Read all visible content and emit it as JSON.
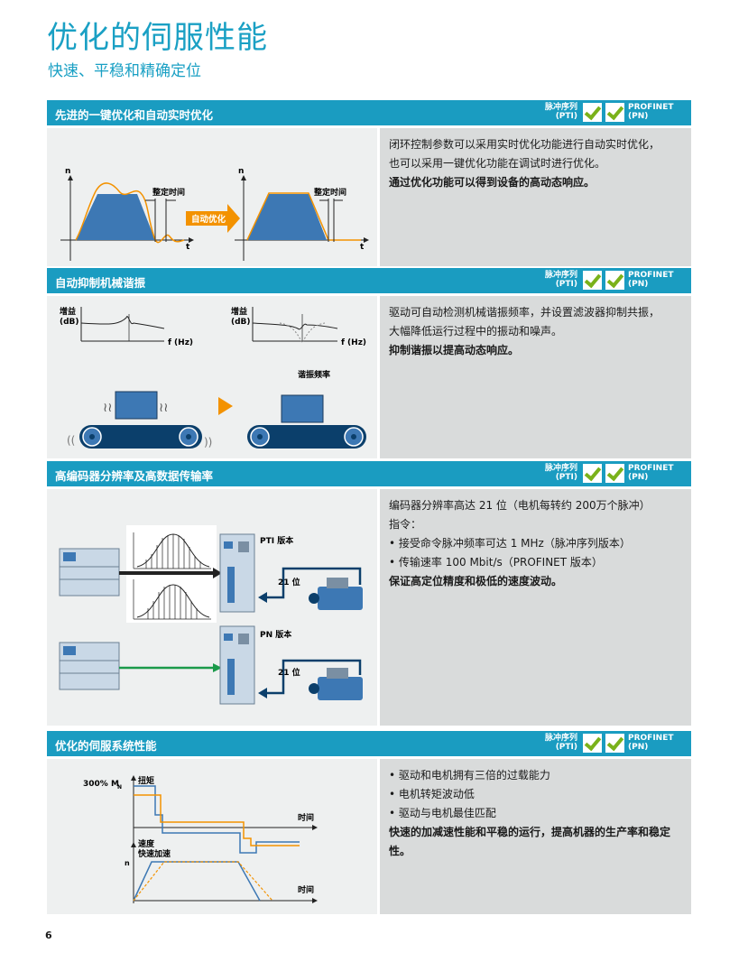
{
  "page": {
    "title": "优化的伺服性能",
    "subtitle": "快速、平稳和精确定位",
    "page_number": "6"
  },
  "badge": {
    "pti_line1": "脉冲序列",
    "pti_line2": "(PTI)",
    "pn_line1": "PROFINET",
    "pn_line2": "(PN)"
  },
  "sections": [
    {
      "heading": "先进的一键优化和自动实时优化",
      "diagram": {
        "settle_label_1": "整定时间",
        "settle_label_2": "整定时间",
        "arrow_label": "自动优化",
        "n": "n",
        "t": "t"
      },
      "text": [
        "闭环控制参数可以采用实时优化功能进行自动实时优化，",
        "也可以采用一键优化功能在调试时进行优化。"
      ],
      "bold": "通过优化功能可以得到设备的高动态响应。"
    },
    {
      "heading": "自动抑制机械谐振",
      "diagram": {
        "gain_1": "增益",
        "db_1": "(dB)",
        "f_1": "f (Hz)",
        "gain_2": "增益",
        "db_2": "(dB)",
        "f_2": "f (Hz)",
        "resonance": "谐振频率"
      },
      "text": [
        "驱动可自动检测机械谐振频率，并设置滤波器抑制共振，",
        "大幅降低运行过程中的振动和噪声。"
      ],
      "bold": "抑制谐振以提高动态响应。"
    },
    {
      "heading": "高编码器分辨率及高数据传输率",
      "diagram": {
        "pti_version": "PTI 版本",
        "pn_version": "PN 版本",
        "bits_1": "21 位",
        "bits_2": "21 位"
      },
      "text": [
        "编码器分辨率高达 21 位（电机每转约 200万个脉冲）",
        "指令："
      ],
      "bullets": [
        "接受命令脉冲频率可达 1 MHz（脉冲序列版本）",
        "传输速率 100 Mbit/s（PROFINET 版本）"
      ],
      "bold": "保证高定位精度和极低的速度波动。"
    },
    {
      "heading": "优化的伺服系统性能",
      "diagram": {
        "torque_pct": "300%  M",
        "torque_sub": "N",
        "torque": "扭矩",
        "time_1": "时间",
        "speed": "速度",
        "fast_accel": "快速加速",
        "n": "n",
        "time_2": "时间"
      },
      "bullets": [
        "驱动和电机拥有三倍的过载能力",
        "电机转矩波动低",
        "驱动与电机最佳匹配"
      ],
      "bold": "快速的加减速性能和平稳的运行，提高机器的生产率和稳定性。"
    }
  ],
  "colors": {
    "accent": "#1a9cc1",
    "title": "#1aa0c4",
    "orange": "#f39200",
    "green": "#7ab21a",
    "dark_blue": "#0b3f6b"
  }
}
